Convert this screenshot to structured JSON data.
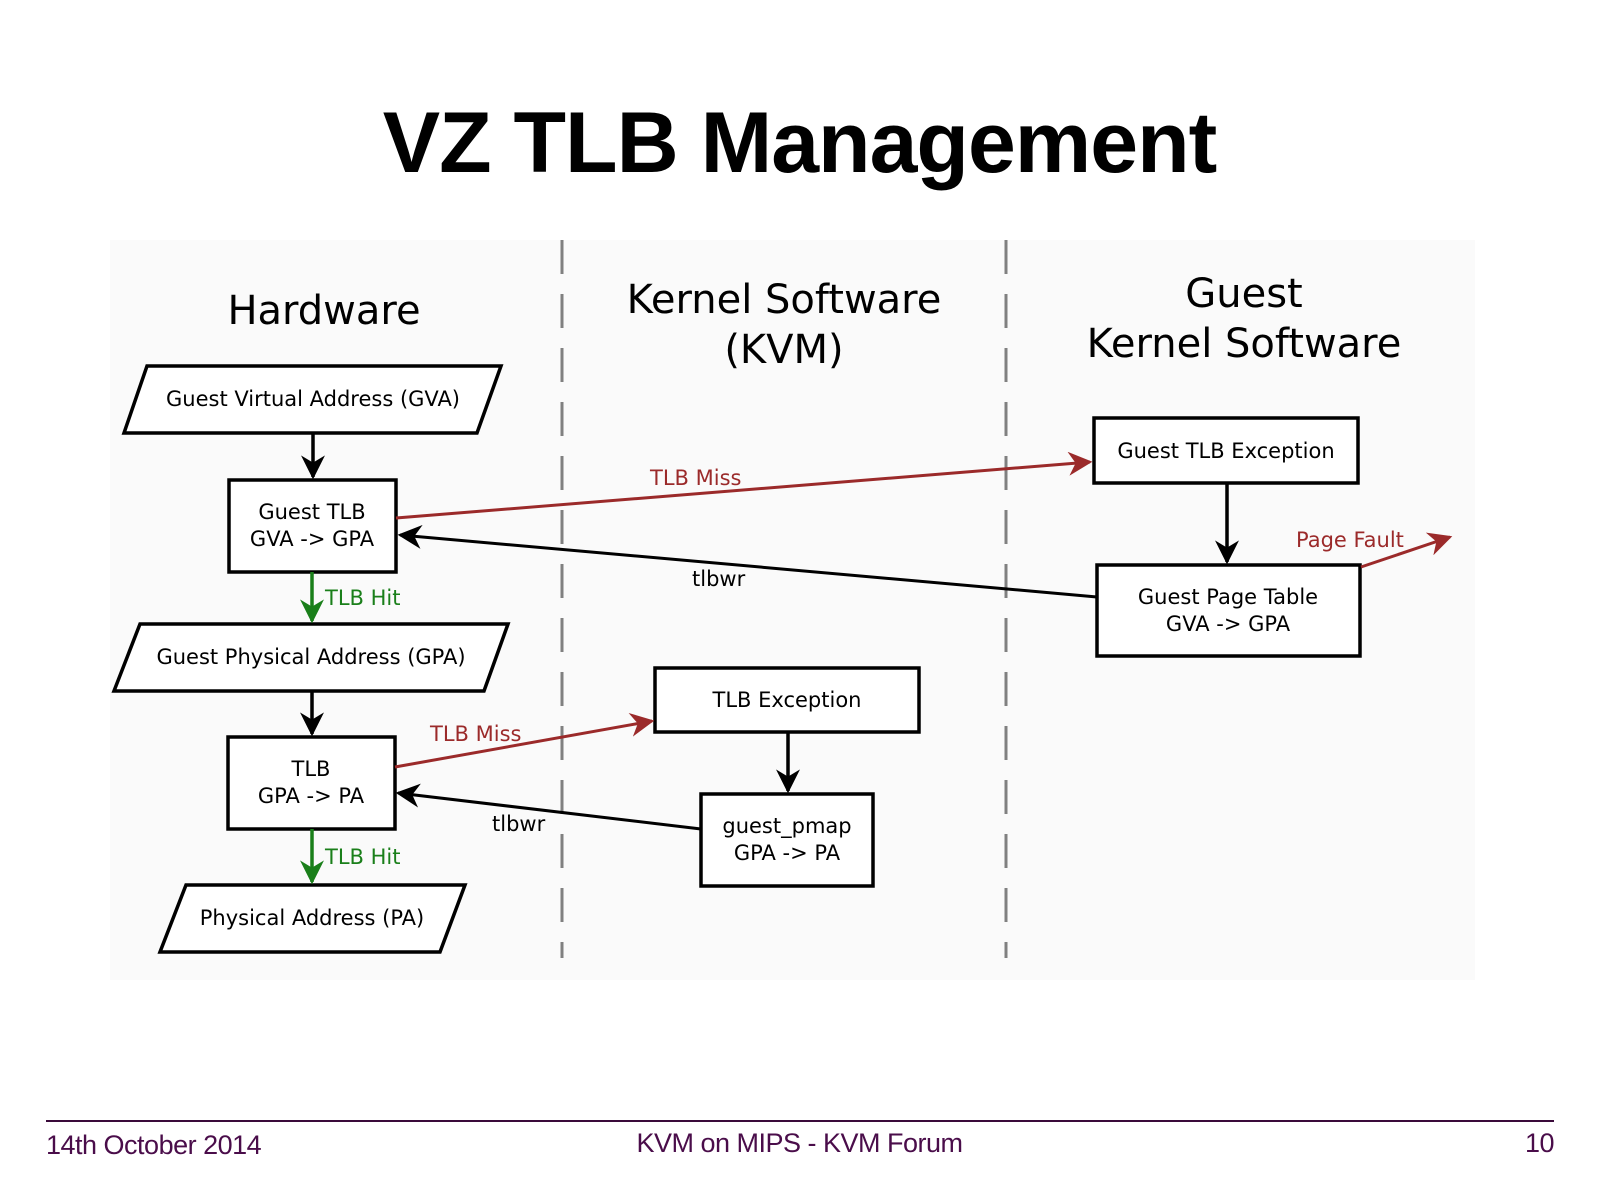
{
  "slide": {
    "title": "VZ TLB Management",
    "footer": {
      "date": "14th October 2014",
      "center": "KVM on MIPS - KVM Forum",
      "page_number": "10"
    }
  },
  "diagram": {
    "columns": {
      "hardware": {
        "line1": "Hardware"
      },
      "kernel": {
        "line1": "Kernel Software",
        "line2": "(KVM)"
      },
      "guest": {
        "line1": "Guest",
        "line2": "Kernel Software"
      }
    },
    "nodes": {
      "gva": {
        "label": "Guest Virtual Address (GVA)",
        "shape": "parallelogram"
      },
      "guest_tlb": {
        "line1": "Guest TLB",
        "line2": "GVA -> GPA",
        "shape": "rectangle"
      },
      "gpa": {
        "label": "Guest Physical Address (GPA)",
        "shape": "parallelogram"
      },
      "tlb": {
        "line1": "TLB",
        "line2": "GPA -> PA",
        "shape": "rectangle"
      },
      "pa": {
        "label": "Physical Address (PA)",
        "shape": "parallelogram"
      },
      "tlb_exception": {
        "label": "TLB Exception",
        "shape": "rectangle"
      },
      "guest_pmap": {
        "line1": "guest_pmap",
        "line2": "GPA -> PA",
        "shape": "rectangle"
      },
      "guest_tlb_exception": {
        "label": "Guest TLB Exception",
        "shape": "rectangle"
      },
      "guest_page_table": {
        "line1": "Guest Page Table",
        "line2": "GVA -> GPA",
        "shape": "rectangle"
      }
    },
    "edges": {
      "guest_tlb_miss": {
        "label": "TLB Miss",
        "from": "guest_tlb",
        "to": "guest_tlb_exception"
      },
      "guest_tlbwr": {
        "label": "tlbwr",
        "from": "guest_page_table",
        "to": "guest_tlb"
      },
      "guest_tlb_hit": {
        "label": "TLB Hit",
        "from": "guest_tlb",
        "to": "gpa"
      },
      "tlb_miss": {
        "label": "TLB Miss",
        "from": "tlb",
        "to": "tlb_exception"
      },
      "tlbwr": {
        "label": "tlbwr",
        "from": "guest_pmap",
        "to": "tlb"
      },
      "tlb_hit": {
        "label": "TLB Hit",
        "from": "tlb",
        "to": "pa"
      },
      "page_fault": {
        "label": "Page Fault",
        "from": "guest_page_table",
        "to": ""
      }
    },
    "colors": {
      "miss": "#9b2a2a",
      "hit": "#1a7f1a",
      "normal": "#000000",
      "divider": "#808080",
      "footer": "#4a0d4a"
    }
  }
}
